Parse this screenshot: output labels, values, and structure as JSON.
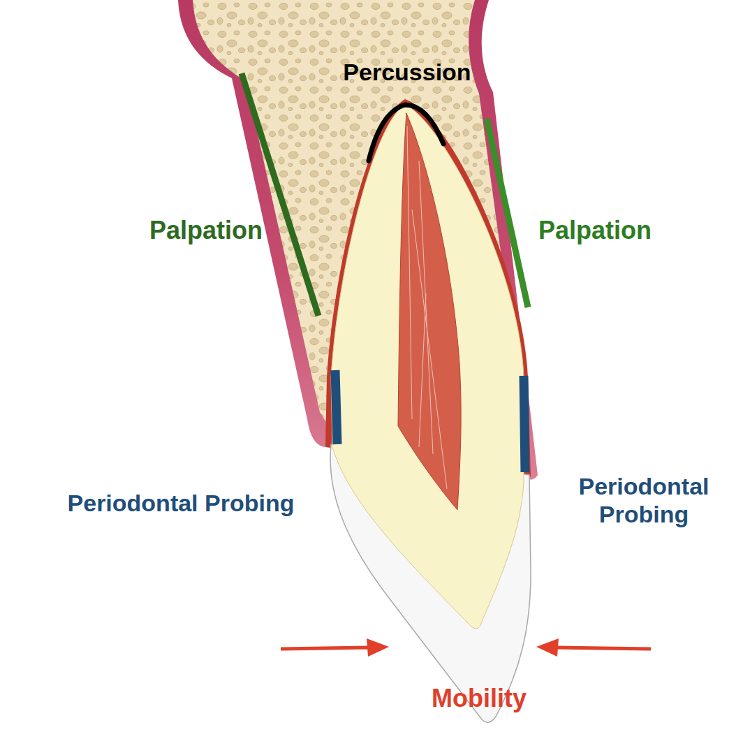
{
  "diagram": {
    "labels": [
      "Percussion",
      "Palpation",
      "Palpation",
      "Periodontal Probing",
      "Periodontal Probing",
      "Mobility"
    ]
  }
}
